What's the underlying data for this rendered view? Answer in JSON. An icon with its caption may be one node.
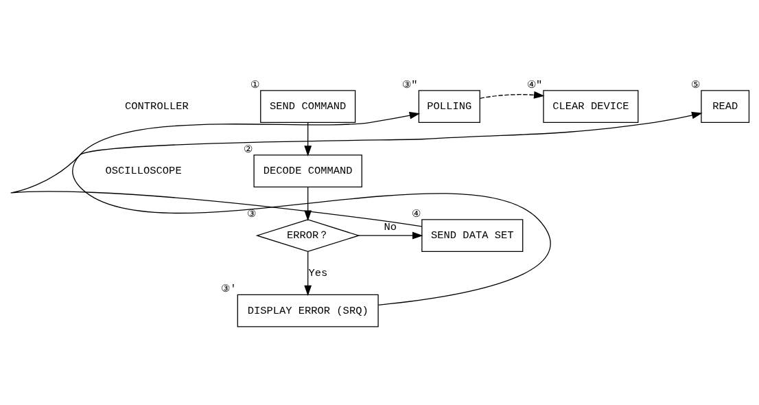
{
  "diagram": {
    "nodes": [
      {
        "text": [
          "SEND COMMAND"
        ],
        "beside": [
          "①"
        ]
      },
      {
        "text": [
          "POLLING"
        ],
        "beside": [
          "③\""
        ]
      },
      {
        "text": [
          "CLEAR DEVICE"
        ],
        "beside": [
          "④\""
        ]
      },
      {
        "text": [
          "READ"
        ],
        "beside": [
          "⑤"
        ]
      },
      {
        "text": [
          "DECODE COMMAND"
        ],
        "beside": [
          "②"
        ]
      },
      {
        "text": [
          "ERROR？"
        ],
        "beside": [
          "③"
        ]
      },
      {
        "text": [
          "SEND DATA SET"
        ],
        "beside": [
          "④"
        ]
      },
      {
        "text": [
          "DISPLAY ERROR (SRQ)"
        ],
        "beside": [
          "③'"
        ]
      }
    ],
    "edges": [
      {
        "from": 0,
        "to": 4,
        "arrow": "to"
      },
      {
        "from": 1,
        "to": 2,
        "arrow": "to",
        "style": "dashed"
      },
      {
        "from": 4,
        "to": 5,
        "arrow": "to"
      },
      {
        "from": 5,
        "to": 6,
        "arrow": "to",
        "label": "No"
      },
      {
        "from": 5,
        "to": 7,
        "arrow": "to",
        "label": "Yes"
      },
      {
        "from": 7,
        "to": 1,
        "arrow": "to"
      },
      {
        "from": 6,
        "to": 3,
        "arrow": "to"
      }
    ],
    "labels": [
      "CONTROLLER",
      "OSCILLOSCOPE"
    ]
  }
}
